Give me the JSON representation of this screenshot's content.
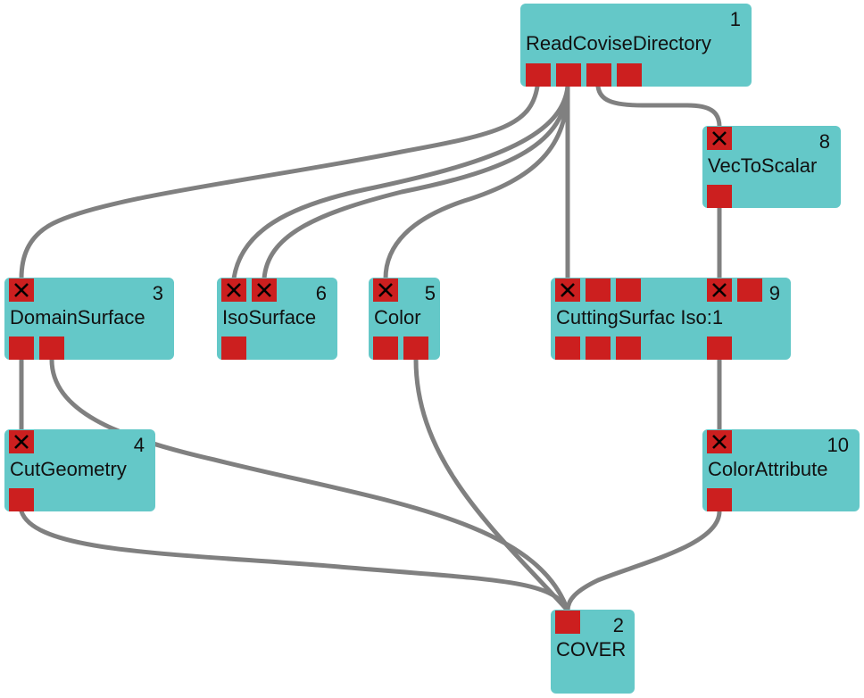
{
  "nodes": [
    {
      "id": "n1",
      "label": "ReadCoviseDirectory",
      "number": "1"
    },
    {
      "id": "n8",
      "label": "VecToScalar",
      "number": "8"
    },
    {
      "id": "n3",
      "label": "DomainSurface",
      "number": "3"
    },
    {
      "id": "n6",
      "label": "IsoSurface",
      "number": "6"
    },
    {
      "id": "n5",
      "label": "Color",
      "number": "5"
    },
    {
      "id": "n9",
      "label": "CuttingSurfac Iso:1",
      "number": "9"
    },
    {
      "id": "n4",
      "label": "CutGeometry",
      "number": "4"
    },
    {
      "id": "n10",
      "label": "ColorAttribute",
      "number": "10"
    },
    {
      "id": "n2",
      "label": "COVER",
      "number": "2"
    }
  ],
  "colors": {
    "node_fill": "#64c8c8",
    "port_fill": "#cc1f1f",
    "wire": "#808080",
    "text": "#111111"
  },
  "port_marker_icon": "x-icon"
}
